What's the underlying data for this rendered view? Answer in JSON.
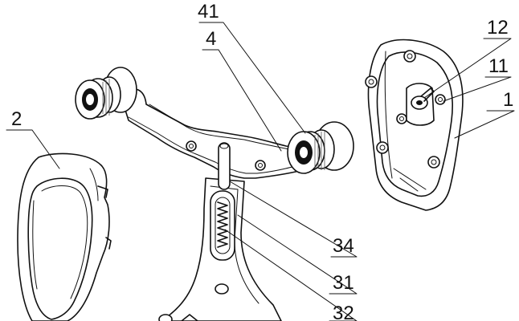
{
  "labels": {
    "l41": "41",
    "l4": "4",
    "l12": "12",
    "l11": "11",
    "l1": "1",
    "l2": "2",
    "l34": "34",
    "l31": "31",
    "l32": "32"
  },
  "colors": {
    "ink": "#111111",
    "paper": "#ffffff"
  }
}
